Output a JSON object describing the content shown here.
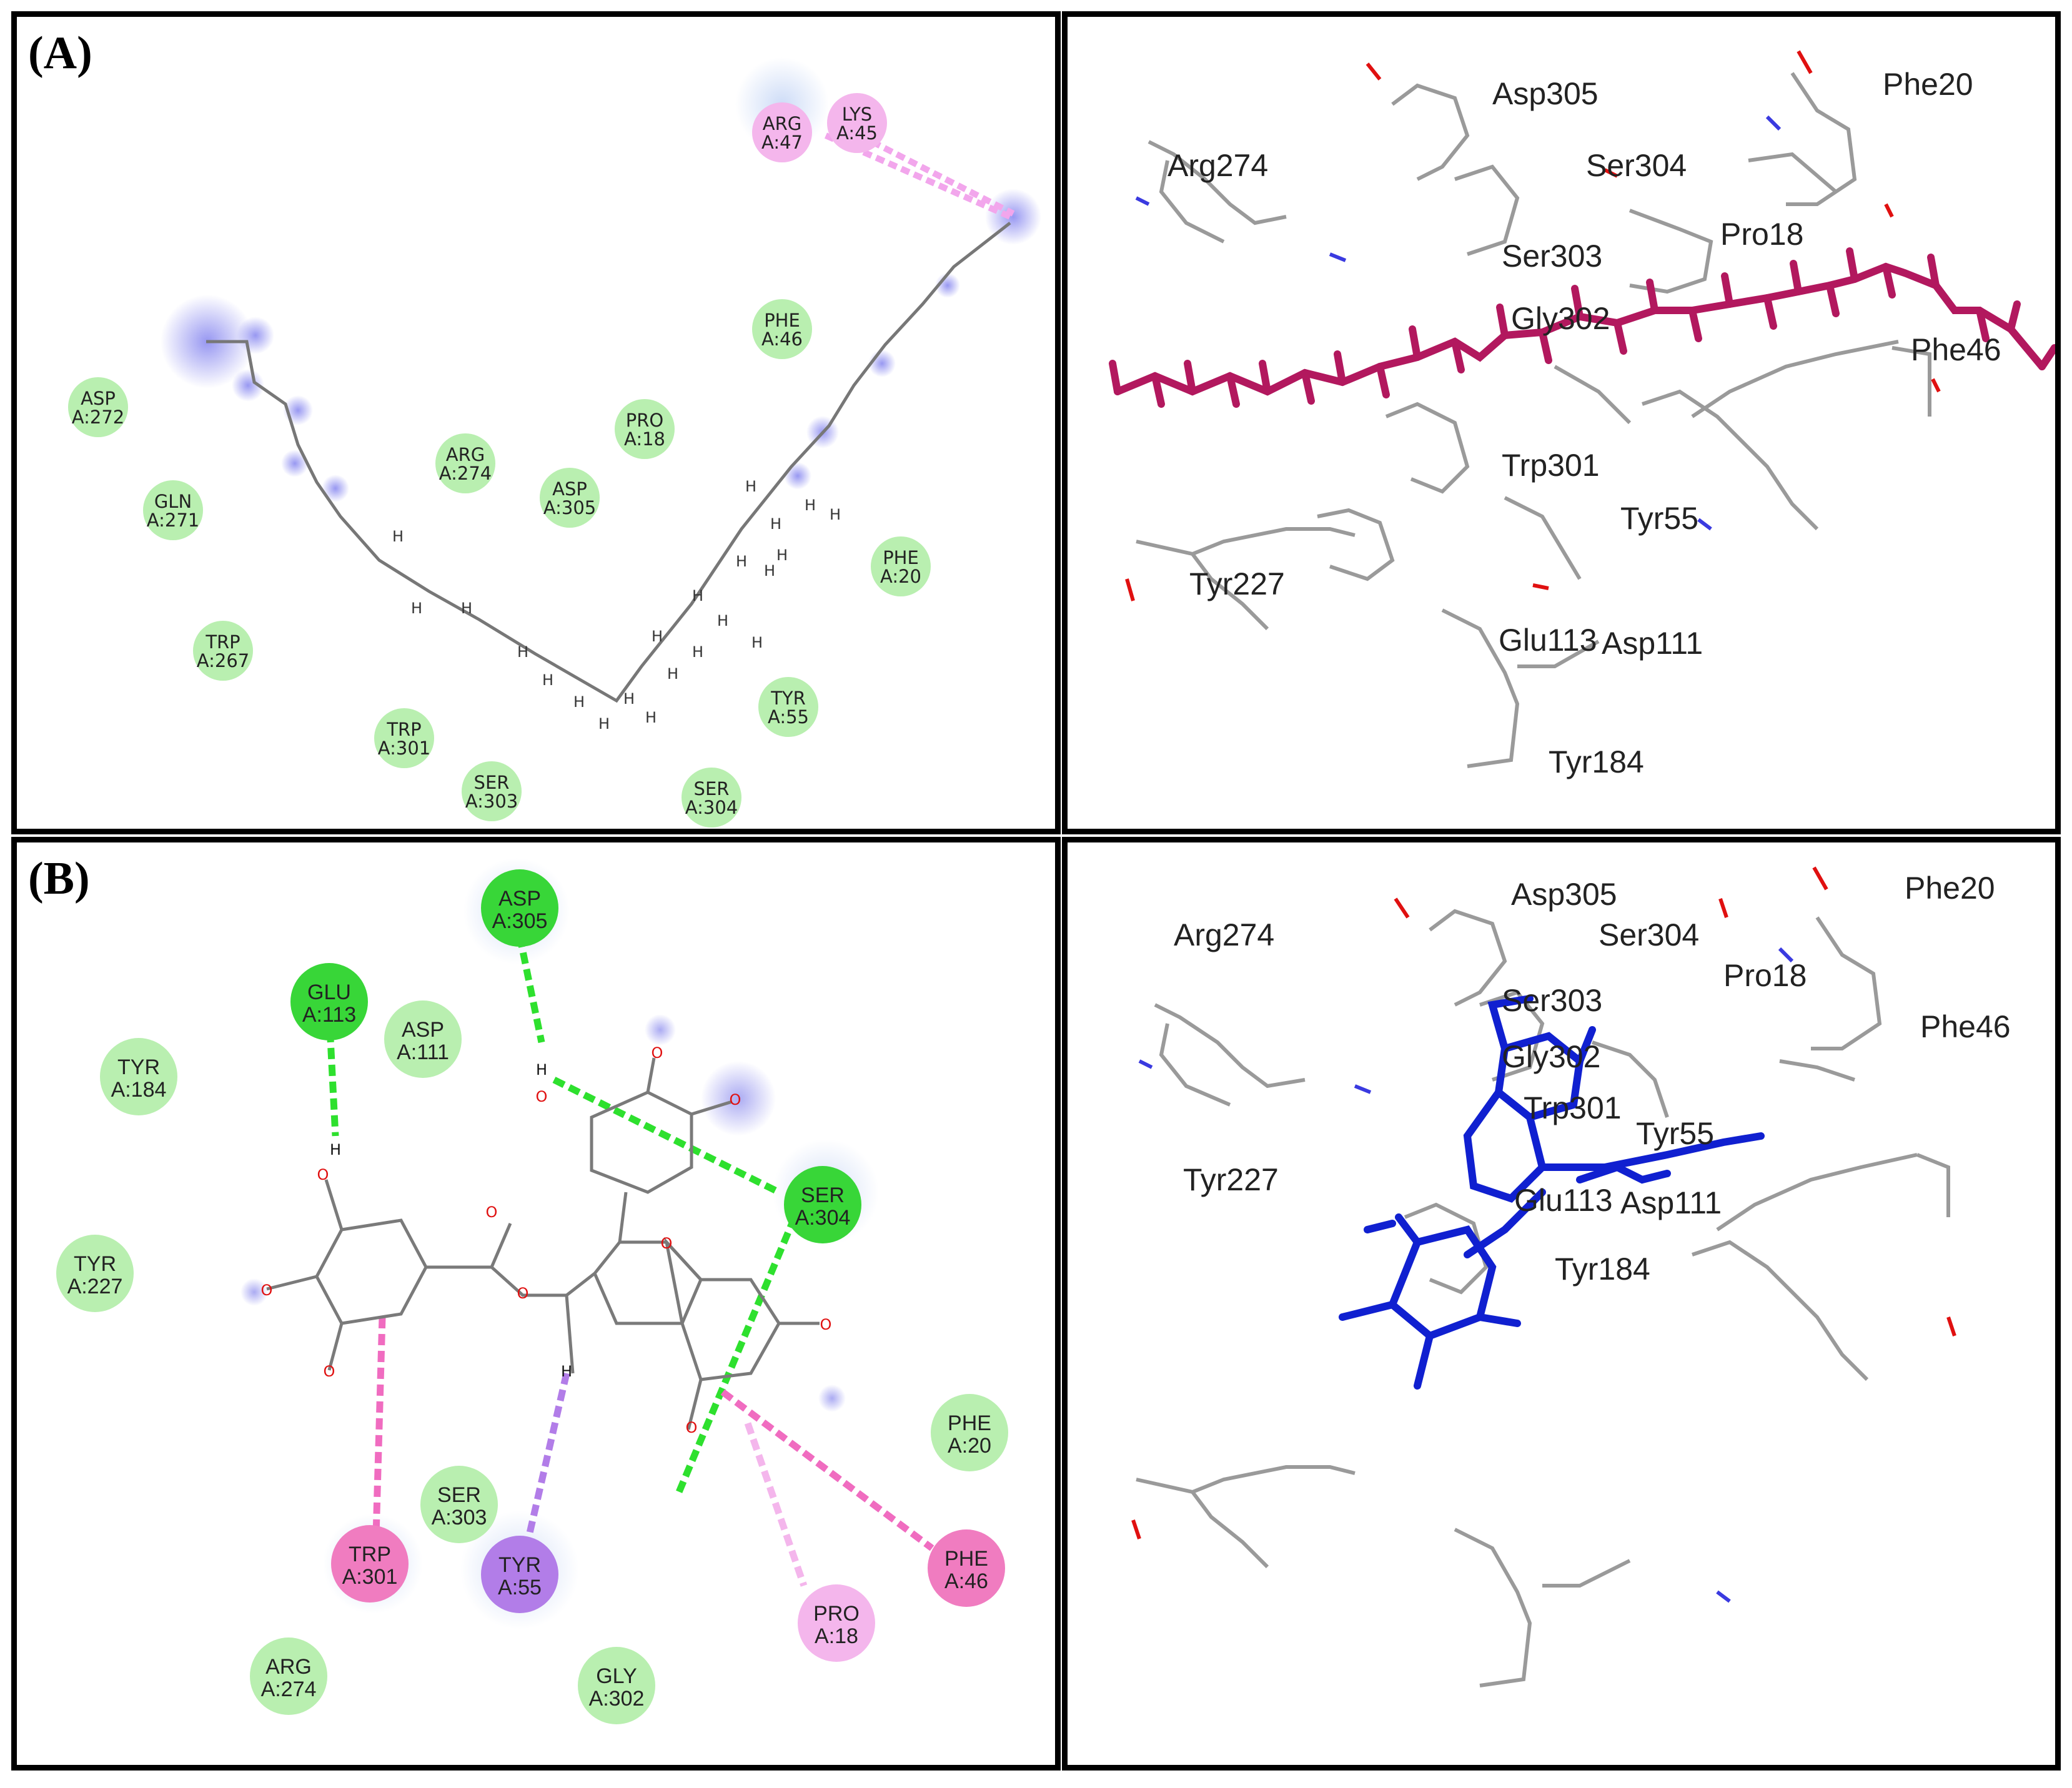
{
  "panels": {
    "A": {
      "label": "(A)",
      "residues_2d": [
        {
          "name": "ARG",
          "id": "A:47",
          "kind": "pi-alkyl"
        },
        {
          "name": "LYS",
          "id": "A:45",
          "kind": "pi-alkyl"
        },
        {
          "name": "PHE",
          "id": "A:46",
          "kind": "vdw"
        },
        {
          "name": "ASP",
          "id": "A:272",
          "kind": "vdw"
        },
        {
          "name": "PRO",
          "id": "A:18",
          "kind": "vdw"
        },
        {
          "name": "ARG",
          "id": "A:274",
          "kind": "vdw"
        },
        {
          "name": "ASP",
          "id": "A:305",
          "kind": "vdw"
        },
        {
          "name": "GLN",
          "id": "A:271",
          "kind": "vdw"
        },
        {
          "name": "PHE",
          "id": "A:20",
          "kind": "vdw"
        },
        {
          "name": "TRP",
          "id": "A:267",
          "kind": "vdw"
        },
        {
          "name": "TYR",
          "id": "A:55",
          "kind": "vdw"
        },
        {
          "name": "TRP",
          "id": "A:301",
          "kind": "vdw"
        },
        {
          "name": "SER",
          "id": "A:303",
          "kind": "vdw"
        },
        {
          "name": "SER",
          "id": "A:304",
          "kind": "vdw"
        }
      ],
      "labels_3d": [
        "Asp305",
        "Phe20",
        "Arg274",
        "Ser304",
        "Pro18",
        "Ser303",
        "Gly302",
        "Phe46",
        "Trp301",
        "Tyr55",
        "Tyr227",
        "Glu113",
        "Asp111",
        "Tyr184"
      ]
    },
    "B": {
      "label": "(B)",
      "residues_2d": [
        {
          "name": "ASP",
          "id": "A:305",
          "kind": "hbond"
        },
        {
          "name": "GLU",
          "id": "A:113",
          "kind": "hbond"
        },
        {
          "name": "ASP",
          "id": "A:111",
          "kind": "vdw"
        },
        {
          "name": "TYR",
          "id": "A:184",
          "kind": "vdw"
        },
        {
          "name": "SER",
          "id": "A:304",
          "kind": "hbond"
        },
        {
          "name": "TYR",
          "id": "A:227",
          "kind": "vdw"
        },
        {
          "name": "PHE",
          "id": "A:20",
          "kind": "vdw"
        },
        {
          "name": "SER",
          "id": "A:303",
          "kind": "vdw"
        },
        {
          "name": "TRP",
          "id": "A:301",
          "kind": "pi-pi"
        },
        {
          "name": "TYR",
          "id": "A:55",
          "kind": "pi-sigma"
        },
        {
          "name": "PHE",
          "id": "A:46",
          "kind": "pi-pi"
        },
        {
          "name": "PRO",
          "id": "A:18",
          "kind": "pi-alkyl"
        },
        {
          "name": "ARG",
          "id": "A:274",
          "kind": "vdw"
        },
        {
          "name": "GLY",
          "id": "A:302",
          "kind": "vdw"
        }
      ],
      "atoms": {
        "h": "H",
        "o": "O"
      },
      "labels_3d": [
        "Asp305",
        "Phe20",
        "Arg274",
        "Ser304",
        "Pro18",
        "Ser303",
        "Gly302",
        "Phe46",
        "Trp301",
        "Tyr55",
        "Tyr227",
        "Glu113",
        "Asp111",
        "Tyr184"
      ]
    }
  },
  "colors": {
    "vdw": "#b9efb0",
    "hbond": "#38d638",
    "pi-pi": "#f07cc0",
    "pi-sigma": "#b27de8",
    "pi-alkyl": "#f4b6ec",
    "ligandA": "#b2185e",
    "ligandB": "#1020d0",
    "bond": "#7a7a7a"
  }
}
